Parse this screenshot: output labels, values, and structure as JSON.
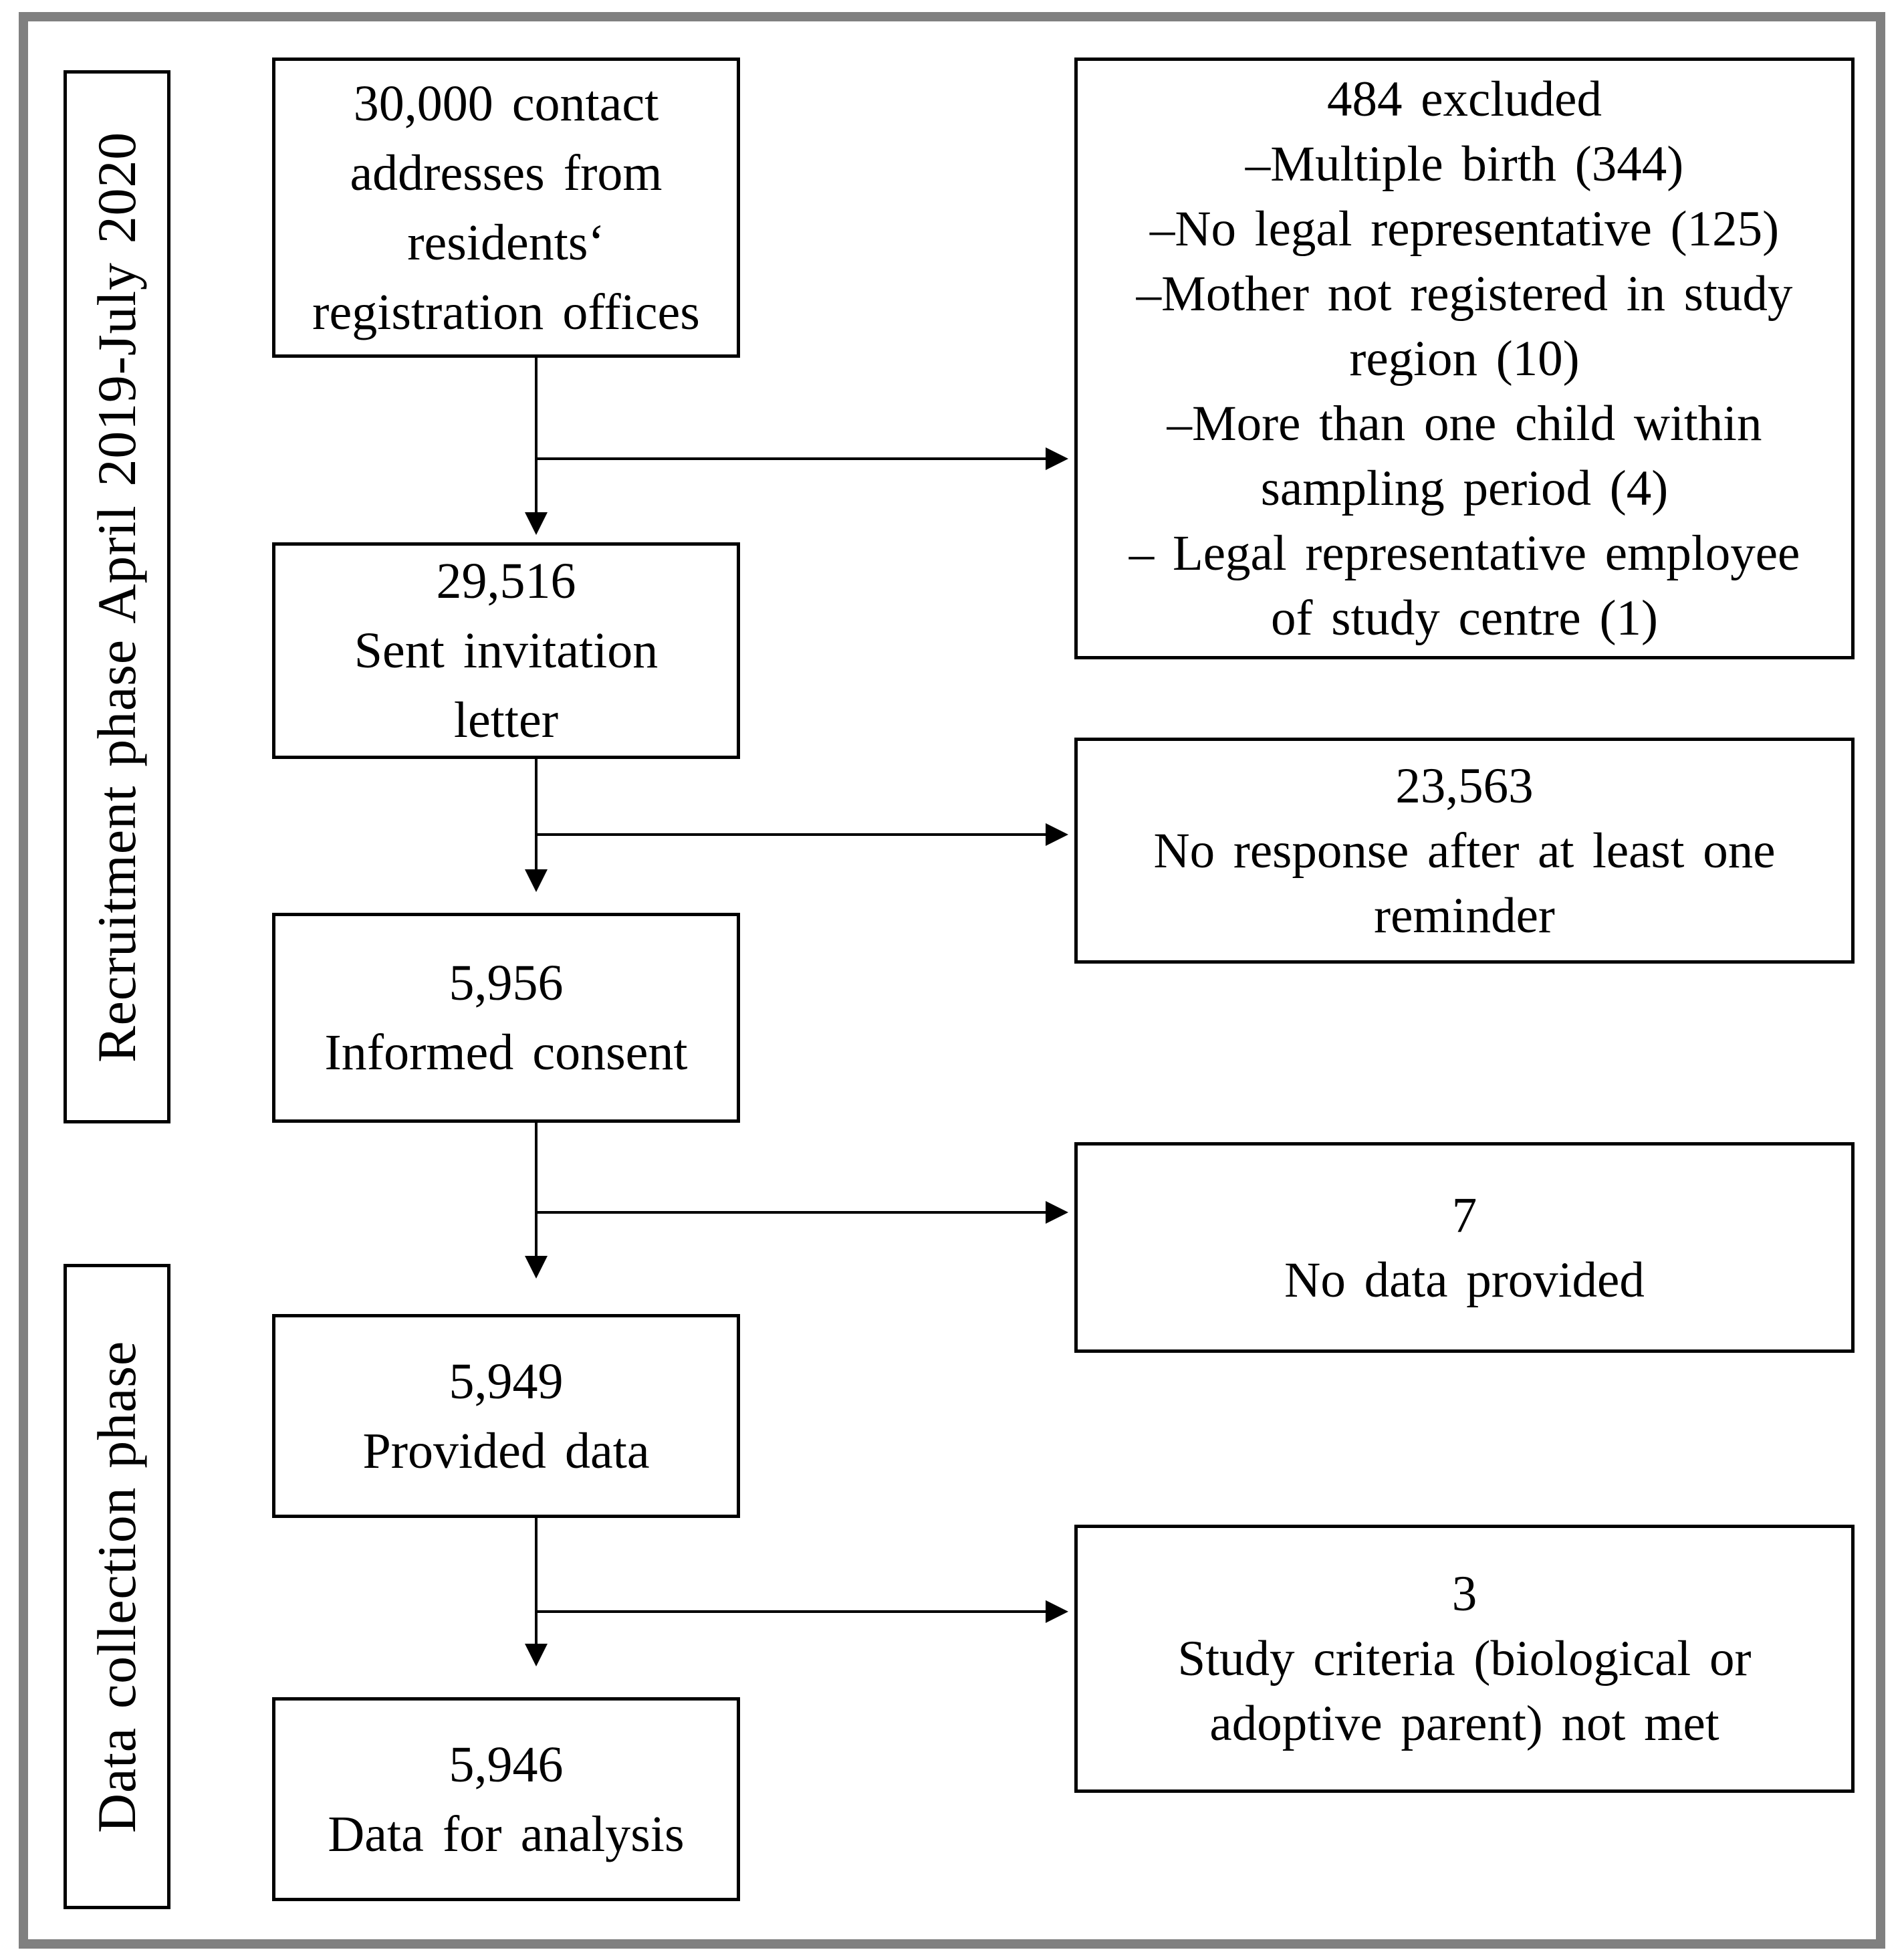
{
  "figure": {
    "phase_labels": [
      {
        "label": "Recruitment phase April 2019-July 2020"
      },
      {
        "label": "Data collection phase"
      }
    ],
    "flow_boxes": [
      {
        "lines": [
          "30,000 contact",
          "addresses from",
          "residents‘",
          "registration offices"
        ]
      },
      {
        "lines": [
          "29,516",
          "Sent invitation",
          "letter"
        ]
      },
      {
        "lines": [
          "5,956",
          "Informed consent"
        ]
      },
      {
        "lines": [
          "5,949",
          "Provided data"
        ]
      },
      {
        "lines": [
          "5,946",
          "Data for analysis"
        ]
      }
    ],
    "side_boxes": [
      {
        "lines": [
          "484 excluded",
          "–Multiple birth (344)",
          "–No legal representative (125)",
          "–Mother not registered in study",
          "region (10)",
          "–More than one child within",
          "sampling period (4)",
          "– Legal representative employee",
          "of study centre (1)"
        ]
      },
      {
        "lines": [
          "23,563",
          "No response after at least one",
          "reminder"
        ]
      },
      {
        "lines": [
          "7",
          "No data provided"
        ]
      },
      {
        "lines": [
          "3",
          "Study criteria (biological or",
          "adoptive parent) not met"
        ]
      }
    ],
    "colors": {
      "box_border": "#000000",
      "text": "#000000",
      "frame_border": "#808080",
      "background": "#ffffff"
    }
  }
}
